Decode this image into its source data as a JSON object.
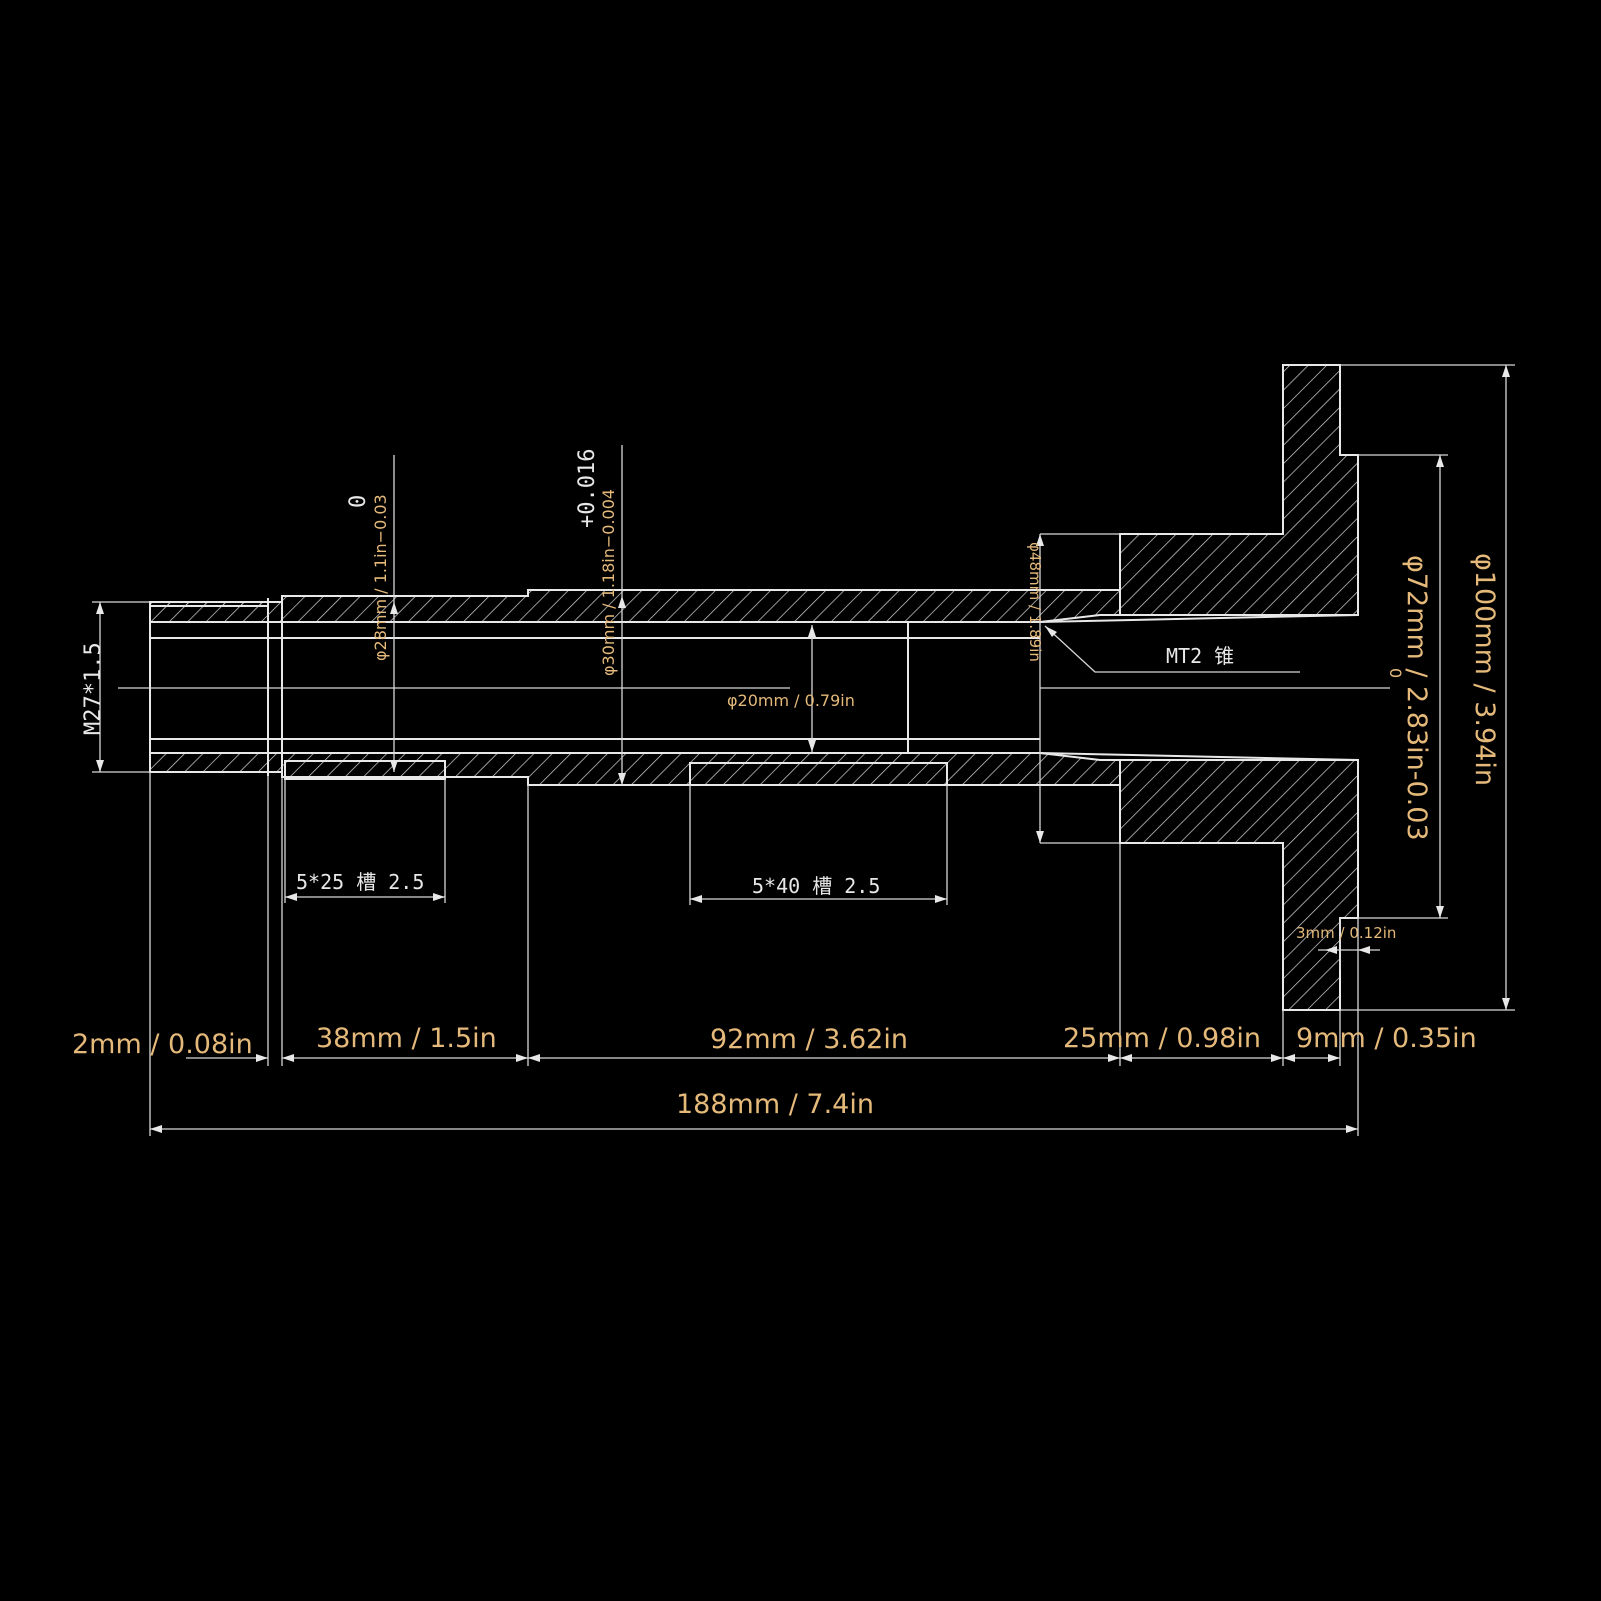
{
  "drawing": {
    "dimensions": {
      "d_2mm": "2mm / 0.08in",
      "d_38mm": "38mm / 1.5in",
      "d_92mm": "92mm / 3.62in",
      "d_25mm": "25mm / 0.98in",
      "d_9mm": "9mm / 0.35in",
      "d_188mm": "188mm / 7.4in",
      "d_3mm": "3mm / 0.12in",
      "phi20": "φ20mm / 0.79in",
      "phi28": "φ28mm / 1.1in−0.03",
      "phi28_upper": "0",
      "phi30": "φ30mm / 1.18in−0.004",
      "phi30_upper": "+0.016",
      "phi48": "φ48mm / 1.89in",
      "phi72": "φ72mm / 2.83in-0.03",
      "phi72_upper": "0",
      "phi100": "φ100mm / 3.94in"
    },
    "cad_labels": {
      "thread": "M27*1.5",
      "keyway_1": "5*25 槽 2.5",
      "keyway_2": "5*40 槽 2.5",
      "taper": "MT2 锥"
    },
    "colors": {
      "background": "#000000",
      "lines": "#e8e8e8",
      "dimension_text": "#e4b97a"
    }
  }
}
